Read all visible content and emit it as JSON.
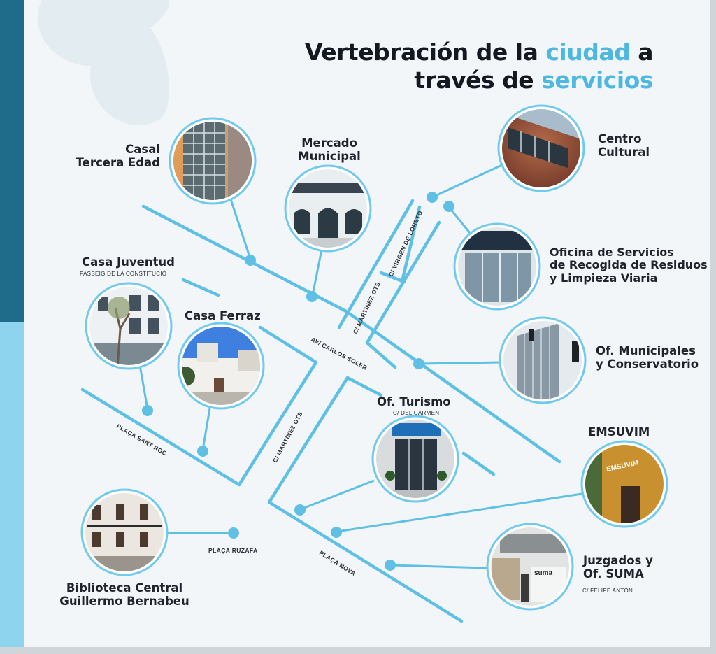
{
  "title": {
    "line1_a": "Vertebración de la ",
    "line1_hl": "ciudad",
    "line1_b": " a",
    "line2_a": "través de ",
    "line2_hl": "servicios"
  },
  "places": {
    "casal": {
      "line1": "Casal",
      "line2": "Tercera Edad",
      "photo": "apartment-block-photo"
    },
    "mercado": {
      "line1": "Mercado",
      "line2": "Municipal",
      "photo": "market-building-photo"
    },
    "centro": {
      "line1": "Centro",
      "line2": "Cultural",
      "photo": "cultural-center-photo"
    },
    "oficina": {
      "line1": "Oficina de Servicios",
      "line2": "de Recogida de Residuos",
      "line3": "y Limpieza Viaria",
      "photo": "waste-office-photo"
    },
    "casajuv": {
      "line1": "Casa Juventud",
      "sub": "PASSEIG DE LA CONSTITUCIÓ",
      "photo": "youth-house-photo"
    },
    "ferraz": {
      "line1": "Casa Ferraz",
      "photo": "ferraz-house-photo"
    },
    "ofmun": {
      "line1": "Of. Municipales",
      "line2": "y Conservatorio",
      "photo": "municipal-offices-photo"
    },
    "turismo": {
      "line1": "Of. Turismo",
      "sub": "C/ DEL CARMEN",
      "photo": "tourism-office-photo"
    },
    "emsuvim": {
      "line1": "EMSUVIM",
      "photo": "emsuvim-building-photo"
    },
    "biblioteca": {
      "line1": "Biblioteca Central",
      "line2": "Guillermo Bernabeu",
      "photo": "library-building-photo"
    },
    "juzgados": {
      "line1": "Juzgados y",
      "line2": "Of. SUMA",
      "sub": "C/ FELIPE ANTÓN",
      "photo": "courts-building-photo"
    }
  },
  "streets": {
    "carlos_soler": "AV/ CARLOS SOLER",
    "virgen_loreto": "C/ VIRGEN DE LORETO",
    "martinez_ots_1": "C/ MARTÍNEZ OTS",
    "martinez_ots_2": "C/ MARTÍNEZ OTS",
    "placa_sant_roc": "PLAÇA SANT ROC",
    "placa_ruzafa": "PLAÇA RUZAFA",
    "placa_nova": "PLAÇA NOVA"
  },
  "colors": {
    "street": "#5fc0e6",
    "ring": "#6fcaee",
    "accent": "#4eb8e0",
    "sidebar_dark": "#1f6b8a",
    "sidebar_light": "#8fd4ef"
  }
}
